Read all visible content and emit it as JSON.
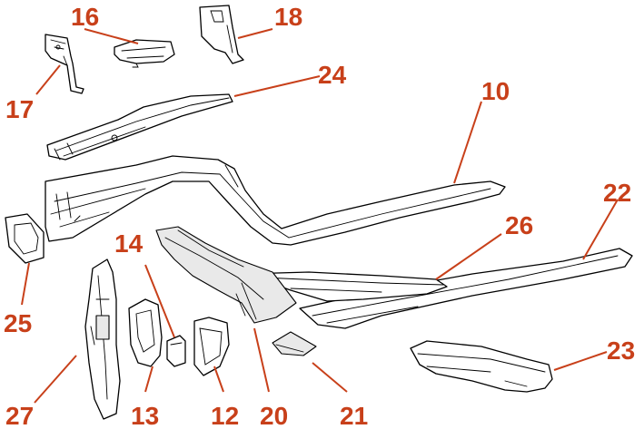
{
  "accent_color": "#c8401a",
  "callouts": [
    {
      "id": "c10",
      "label": "10"
    },
    {
      "id": "c12",
      "label": "12"
    },
    {
      "id": "c13",
      "label": "13"
    },
    {
      "id": "c14",
      "label": "14"
    },
    {
      "id": "c16",
      "label": "16"
    },
    {
      "id": "c17",
      "label": "17"
    },
    {
      "id": "c18",
      "label": "18"
    },
    {
      "id": "c20",
      "label": "20"
    },
    {
      "id": "c21",
      "label": "21"
    },
    {
      "id": "c22",
      "label": "22"
    },
    {
      "id": "c23",
      "label": "23"
    },
    {
      "id": "c24",
      "label": "24"
    },
    {
      "id": "c25",
      "label": "25"
    },
    {
      "id": "c26",
      "label": "26"
    },
    {
      "id": "c27",
      "label": "27"
    }
  ]
}
